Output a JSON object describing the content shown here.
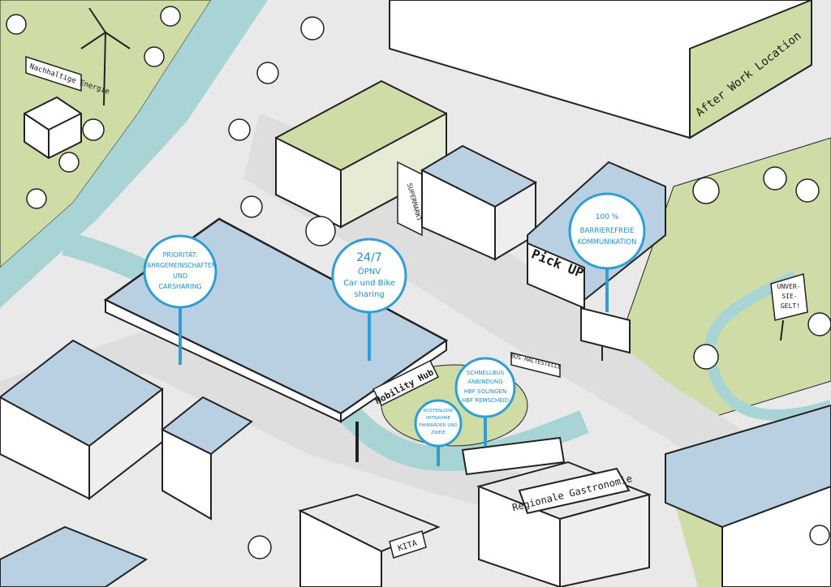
{
  "signs": {
    "nachhaltige_energie": "Nachhaltige Energie",
    "after_work": "After Work Location",
    "supermarkt": "SUPERMARKT",
    "pick_up": "Pick UP",
    "mobility_hub": "Mobility Hub",
    "bus_haltestelle": "BUS HALTESTELLE",
    "regionale_gastronomie": "Regionale Gastronomie",
    "kita": "KITA",
    "unverseigelt": [
      "UNVER-",
      "SIE-",
      "GELT!"
    ]
  },
  "bubbles": {
    "prioritaet": [
      "PRIORITÄT:",
      "FAHRGEMEINSCHAFTEN",
      "UND",
      "CARSHARING"
    ],
    "oepnv": [
      "24/7",
      "ÖPNV",
      "Car und Bike",
      "sharing"
    ],
    "barrierefrei": [
      "100 %",
      "BARRIEREFREIE",
      "KOMMUNIKATION"
    ],
    "schnellbus": [
      "SCHNELLBUS",
      "ANBINDUNG",
      "HBF SOLINGEN",
      "HBF REMSCHEID"
    ],
    "mitnahme": [
      "KOSTENLOSE",
      "MITNAHME",
      "FAHRRÄDER UND",
      "ZWEIE"
    ]
  },
  "colors": {
    "bubble_stroke": "#2f9ed4",
    "water": "#a9d4d5",
    "grass": "#cfdca6",
    "solar": "#b9d0e2",
    "road": "#dedede"
  }
}
